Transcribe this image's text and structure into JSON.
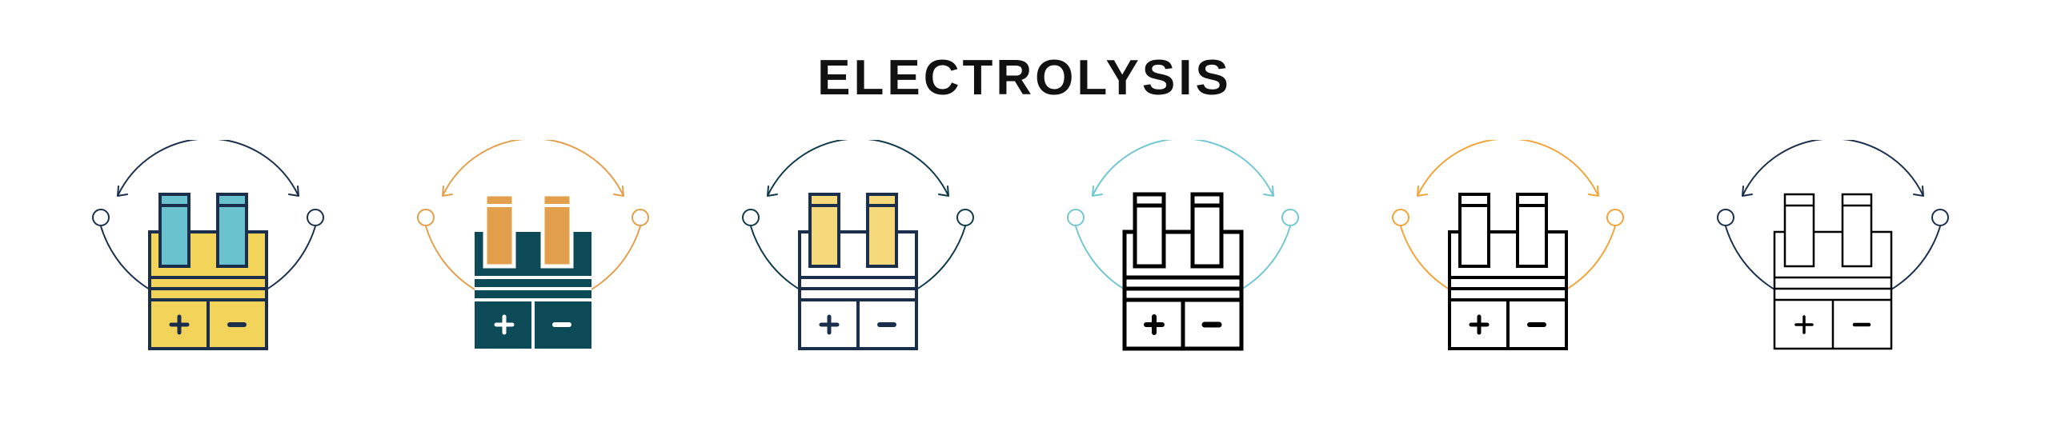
{
  "title": "ELECTROLYSIS",
  "icons": [
    {
      "name": "electrolysis-icon-filled-color",
      "style": "filled-outline",
      "arc_color": "#1b2f4c",
      "body_fill": "#f2d45a",
      "tube_fill": "#6bc2cf",
      "stroke": "#1b2f4c"
    },
    {
      "name": "electrolysis-icon-filled-duotone",
      "style": "filled",
      "arc_color": "#e2a04d",
      "body_fill": "#0c4a58",
      "tube_fill": "#e2a04d",
      "stroke": "#0c4a58"
    },
    {
      "name": "electrolysis-icon-line-duotone",
      "style": "line-color",
      "arc_color": "#0f3a4a",
      "body_fill": "#ffffff",
      "tube_fill": "#f5d97a",
      "stroke": "#1b2f4c"
    },
    {
      "name": "electrolysis-icon-thick-line",
      "style": "thick-line",
      "arc_color": "#74c7d2",
      "body_fill": "#ffffff",
      "tube_fill": "#ffffff",
      "stroke": "#000000"
    },
    {
      "name": "electrolysis-icon-line-orange",
      "style": "line",
      "arc_color": "#f0a53a",
      "body_fill": "#ffffff",
      "tube_fill": "#ffffff",
      "stroke": "#000000"
    },
    {
      "name": "electrolysis-icon-thin-line",
      "style": "thin-line",
      "arc_color": "#1b2f4c",
      "body_fill": "#ffffff",
      "tube_fill": "#ffffff",
      "stroke": "#000000"
    }
  ]
}
